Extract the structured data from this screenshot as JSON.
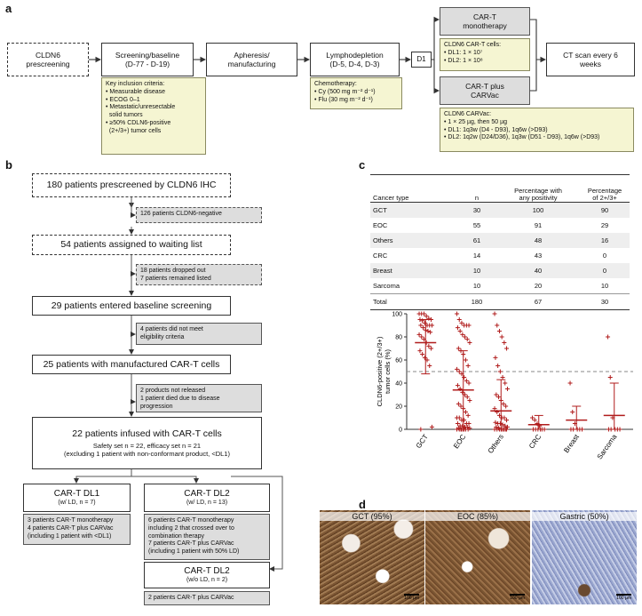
{
  "panels": {
    "a": "a",
    "b": "b",
    "c": "c",
    "d": "d"
  },
  "panel_a": {
    "prescreening": "CLDN6\nprescreening",
    "screening": "Screening/baseline\n(D-77 - D-19)",
    "apheresis": "Apheresis/\nmanufacturing",
    "lymphodepletion": "Lymphodepletion\n(D-5, D-4, D-3)",
    "d1": "D1",
    "car_t_mono": "CAR-T\nmonotherapy",
    "car_t_carvac": "CAR-T plus\nCARVac",
    "ct_scan": "CT scan every 6\nweeks",
    "inclusion_title": "Key inclusion criteria:",
    "inclusion_items": [
      "• Measurable disease",
      "• ECOG 0–1",
      "• Metastatic/unresectable\n  solid tumors",
      "• ≥50% CDLN6-positive\n  (2+/3+) tumor cells"
    ],
    "chemo_title": "Chemotherapy:",
    "chemo_items": [
      "• Cy (500 mg m⁻² d⁻¹)",
      "• Flu (30 mg m⁻² d⁻¹)"
    ],
    "cells_title": "CLDN6 CAR-T cells:",
    "cells_items": [
      "• DL1: 1 × 10⁷",
      "• DL2: 1 × 10⁸"
    ],
    "carvac_title": "CLDN6 CARVac:",
    "carvac_items": [
      "• 1 × 25 µg, then 50 µg",
      "• DL1: 1q3w (D4 - D93), 1q6w (>D93)",
      "• DL2: 1q2w (D24/D36), 1q3w (D51 - D93), 1q6w (>D93)"
    ]
  },
  "panel_b": {
    "s1": "180 patients prescreened by CLDN6 IHC",
    "n1": "126 patients CLDN6-negative",
    "s2": "54 patients assigned to waiting list",
    "n2": "18 patients dropped out\n7 patients remained listed",
    "s3": "29 patients entered baseline screening",
    "n3": "4 patients did not meet\neligibility criteria",
    "s4": "25 patients with manufactured CAR-T cells",
    "n4": "2 products not released\n1 patient died due to disease\nprogression",
    "s5_title": "22 patients infused with CAR-T cells",
    "s5_sub": "Safety set n = 22, efficacy set n = 21\n(excluding 1 patient with non-conformant product, <DL1)",
    "dl1_title": "CAR-T DL1",
    "dl1_sub": "(w/ LD, n = 7)",
    "dl1_note": "3 patients CAR-T monotherapy\n4 patients CAR-T plus CARVac\n(including 1 patient with <DL1)",
    "dl2_title": "CAR-T DL2",
    "dl2_sub": "(w/ LD, n = 13)",
    "dl2_note": "6 patients CAR-T monotherapy\nincluding 2 that crossed over to\ncombination therapy\n7 patients CAR-T plus CARVac\n(including 1 patient with 50% LD)",
    "dl2b_title": "CAR-T DL2",
    "dl2b_sub": "(w/o LD, n = 2)",
    "dl2b_note": "2 patients CAR-T plus CARVac"
  },
  "table": {
    "headers": [
      "Cancer type",
      "n",
      "Percentage with\nany positivity",
      "Percentage\nof 2+/3+"
    ],
    "rows": [
      [
        "GCT",
        "30",
        "100",
        "90"
      ],
      [
        "EOC",
        "55",
        "91",
        "29"
      ],
      [
        "Others",
        "61",
        "48",
        "16"
      ],
      [
        "CRC",
        "14",
        "43",
        "0"
      ],
      [
        "Breast",
        "10",
        "40",
        "0"
      ],
      [
        "Sarcoma",
        "10",
        "20",
        "10"
      ]
    ],
    "total": [
      "Total",
      "180",
      "67",
      "30"
    ]
  },
  "chart_data": {
    "type": "scatter",
    "ylabel": "CLDN6-positive (2+/3+)\ntumor cells (%)",
    "ylim": [
      0,
      100
    ],
    "yticks": [
      0,
      20,
      40,
      60,
      80,
      100
    ],
    "threshold": 50,
    "categories": [
      "GCT",
      "EOC",
      "Others",
      "CRC",
      "Breast",
      "Sarcoma"
    ],
    "means": [
      75,
      34,
      16,
      4,
      8,
      12
    ],
    "sd_upper": [
      95,
      68,
      43,
      12,
      20,
      40
    ],
    "sd_lower": [
      48,
      0,
      0,
      0,
      0,
      0
    ],
    "points": {
      "GCT": [
        100,
        100,
        100,
        98,
        96,
        95,
        95,
        94,
        92,
        90,
        90,
        90,
        90,
        88,
        86,
        85,
        84,
        82,
        80,
        78,
        75,
        72,
        70,
        68,
        65,
        62,
        60,
        55,
        2,
        0
      ],
      "EOC": [
        100,
        95,
        92,
        90,
        90,
        90,
        88,
        85,
        82,
        80,
        78,
        75,
        70,
        68,
        65,
        60,
        55,
        52,
        50,
        48,
        45,
        42,
        40,
        38,
        35,
        32,
        30,
        28,
        25,
        22,
        20,
        18,
        15,
        12,
        10,
        10,
        8,
        8,
        5,
        5,
        5,
        3,
        3,
        2,
        2,
        1,
        1,
        0,
        0,
        0,
        0,
        0,
        0,
        0,
        0
      ],
      "Others": [
        100,
        90,
        85,
        80,
        75,
        70,
        62,
        55,
        50,
        45,
        40,
        35,
        30,
        28,
        25,
        22,
        20,
        18,
        15,
        12,
        10,
        10,
        8,
        6,
        5,
        5,
        4,
        3,
        2,
        2,
        1,
        0,
        0,
        0,
        0,
        0,
        0,
        0,
        0,
        0
      ],
      "CRC": [
        10,
        8,
        5,
        3,
        0,
        0,
        0,
        0,
        0,
        0
      ],
      "Breast": [
        40,
        15,
        5,
        0,
        0,
        0,
        0,
        0
      ],
      "Sarcoma": [
        80,
        45,
        10,
        0,
        0,
        0,
        0,
        0
      ]
    },
    "color": "#b01c1c"
  },
  "ihc": [
    {
      "label": "GCT (95%)",
      "scale": "100 µm"
    },
    {
      "label": "EOC (85%)",
      "scale": "100 µm"
    },
    {
      "label": "Gastric (50%)",
      "scale": "100 µm"
    }
  ]
}
